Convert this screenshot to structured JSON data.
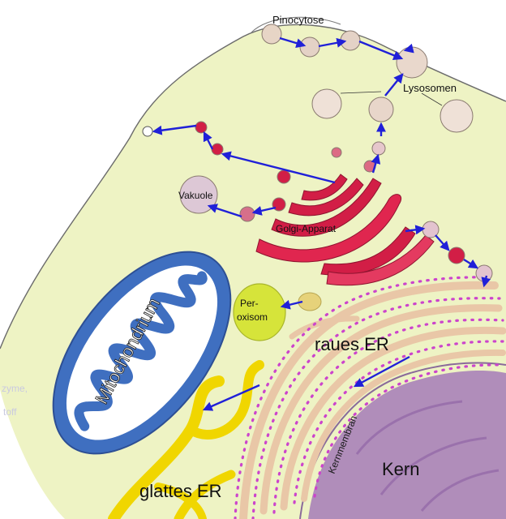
{
  "labels": {
    "pinocytose": "Pinocytose",
    "lysosomen": "Lysosomen",
    "vakuole": "Vakuole",
    "golgi": "Golgi-Apparat",
    "peroxisom_1": "Per-",
    "peroxisom_2": "oxisom",
    "mitochondrium": "Mitochondrium",
    "raues_er": "raues ER",
    "kernmembran": "Kernmembran",
    "kern": "Kern",
    "glattes_er": "glattes ER",
    "faded_left_1": "zyme,",
    "faded_left_2": "toff"
  },
  "colors": {
    "cytoplasm": "#eef3c4",
    "arrow": "#2020d8",
    "golgi": "#d21e46",
    "mitochondrium": "#3f6fc0",
    "peroxisom": "#d6e43a",
    "raues_er": "#e9c7a7",
    "er_ribosomes": "#cc44cc",
    "glattes_er": "#f0d600",
    "kern": "#a57ab8",
    "vesicle": "#d8c8c0"
  }
}
